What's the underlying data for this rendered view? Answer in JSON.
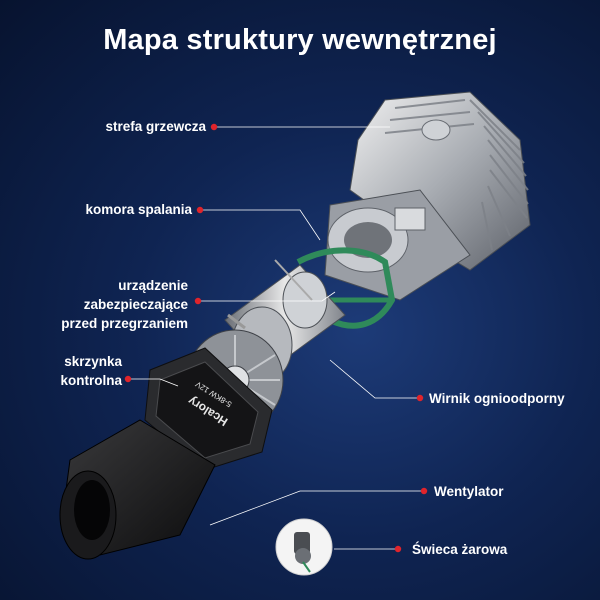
{
  "title": "Mapa struktury wewnętrznej",
  "accent_color": "#e0242b",
  "labels": {
    "heating_zone": "strefa grzewcza",
    "combustion_chamber": "komora spalania",
    "overheat_protection_1": "urządzenie",
    "overheat_protection_2": "zabezpieczające",
    "overheat_protection_3": "przed przegrzaniem",
    "control_box_1": "skrzynka",
    "control_box_2": "kontrolna",
    "fireproof_impeller": "Wirnik ognioodporny",
    "fan": "Wentylator",
    "glow_plug": "Świeca żarowa"
  },
  "product_marking": {
    "brand": "Hcalory",
    "spec": "5-8KW 12V"
  }
}
